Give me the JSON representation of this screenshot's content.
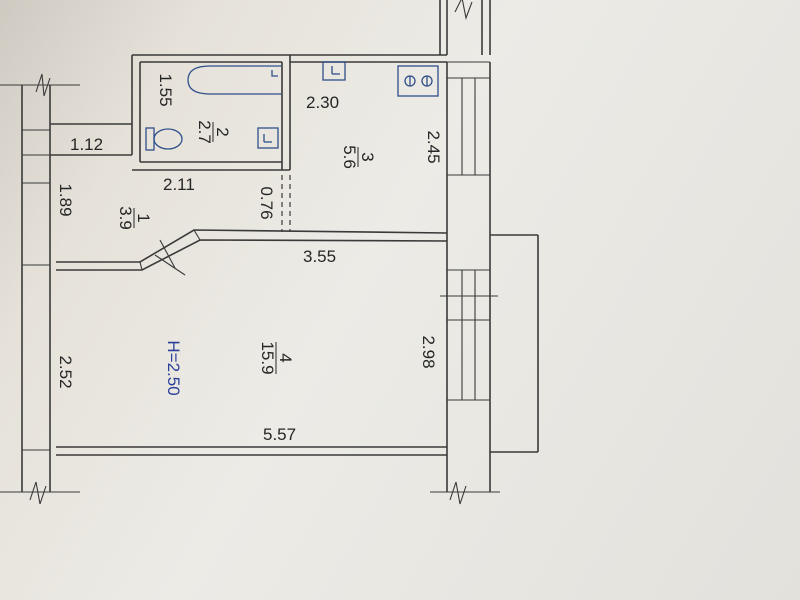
{
  "dimensions": {
    "bath_len": "1.55",
    "bath_wid": "2.11",
    "corridor_nub": "1.12",
    "hall_len": "1.89",
    "room_side": "2.52",
    "kitchen_wid": "2.30",
    "kitchen_side": "2.45",
    "door_gap": "0.76",
    "room_top": "3.55",
    "room_win_side": "2.98",
    "room_bottom": "5.57"
  },
  "rooms": [
    {
      "num": "2",
      "area": "2.7"
    },
    {
      "num": "3",
      "area": "5.6"
    },
    {
      "num": "1",
      "area": "3.9"
    },
    {
      "num": "4",
      "area": "15.9"
    }
  ],
  "ceiling_height": "H=2.50"
}
